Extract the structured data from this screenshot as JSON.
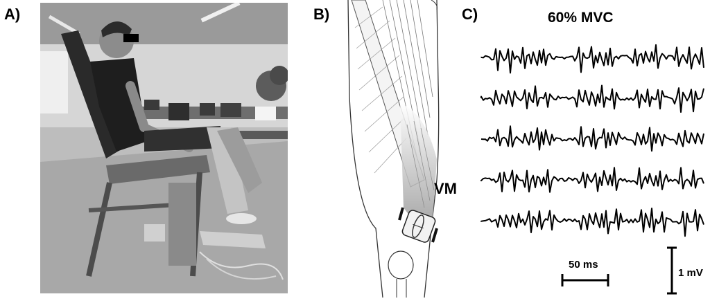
{
  "panels": {
    "a_label": "A)",
    "b_label": "B)",
    "c_label": "C)"
  },
  "anatomy": {
    "muscle_label": "VM"
  },
  "emg": {
    "title": "60% MVC",
    "time_scale": "50 ms",
    "amplitude_scale": "1 mV",
    "trace_count": 5
  }
}
